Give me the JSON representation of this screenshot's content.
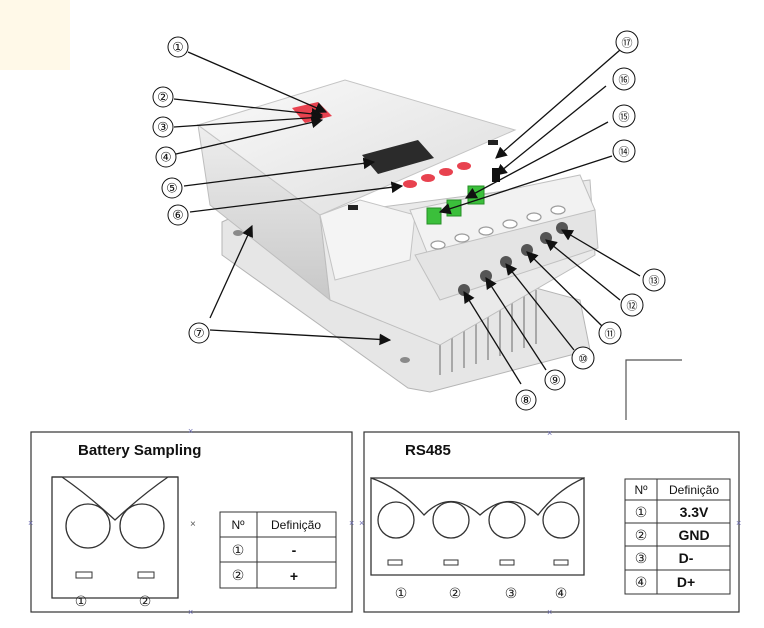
{
  "callouts": [
    {
      "id": 1,
      "label": "①"
    },
    {
      "id": 2,
      "label": "②"
    },
    {
      "id": 3,
      "label": "③"
    },
    {
      "id": 4,
      "label": "④"
    },
    {
      "id": 5,
      "label": "⑤"
    },
    {
      "id": 6,
      "label": "⑥"
    },
    {
      "id": 7,
      "label": "⑦"
    },
    {
      "id": 8,
      "label": "⑧"
    },
    {
      "id": 9,
      "label": "⑨"
    },
    {
      "id": 10,
      "label": "⑩"
    },
    {
      "id": 11,
      "label": "⑪"
    },
    {
      "id": 12,
      "label": "⑫"
    },
    {
      "id": 13,
      "label": "⑬"
    },
    {
      "id": 14,
      "label": "⑭"
    },
    {
      "id": 15,
      "label": "⑮"
    },
    {
      "id": 16,
      "label": "⑯"
    },
    {
      "id": 17,
      "label": "⑰"
    }
  ],
  "battery_panel": {
    "title": "Battery Sampling",
    "pins": [
      "①",
      "②"
    ],
    "table": {
      "headers": [
        "Nº",
        "Definição"
      ],
      "rows": [
        {
          "no": "①",
          "def": "-"
        },
        {
          "no": "②",
          "def": "+"
        }
      ]
    }
  },
  "rs485_panel": {
    "title": "RS485",
    "pins": [
      "①",
      "②",
      "③",
      "④"
    ],
    "table": {
      "headers": [
        "Nº",
        "Definição"
      ],
      "rows": [
        {
          "no": "①",
          "def": "3.3V"
        },
        {
          "no": "②",
          "def": "GND"
        },
        {
          "no": "③",
          "def": "D-"
        },
        {
          "no": "④",
          "def": "D+"
        }
      ]
    }
  },
  "colors": {
    "indicator_red": "#e8424f",
    "terminal_green": "#3bbf3b",
    "display_dark": "#2b2b2b"
  }
}
